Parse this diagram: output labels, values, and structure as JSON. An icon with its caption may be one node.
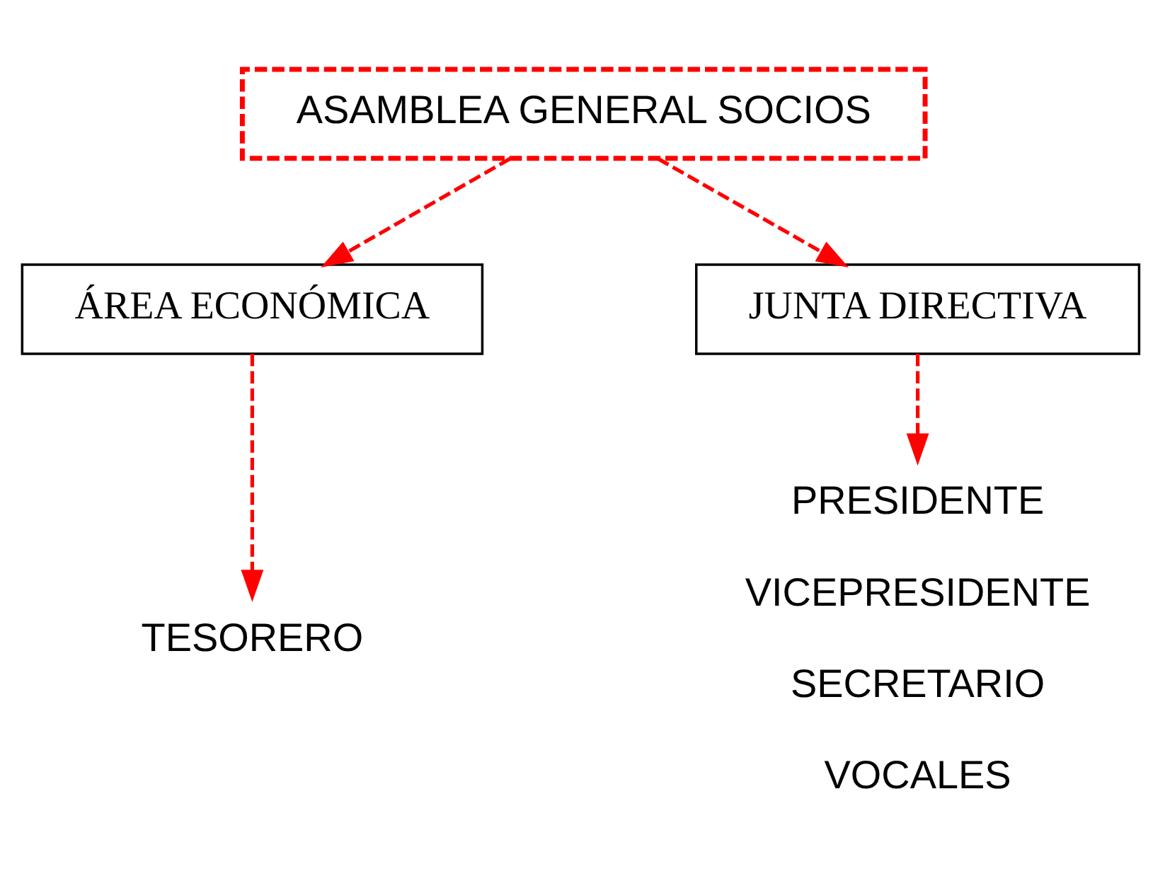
{
  "diagram": {
    "nodes": [
      {
        "text": [
          "ASAMBLEA GENERAL SOCIOS"
        ]
      },
      {
        "text": [
          "ÁREA ECONÓMICA"
        ]
      },
      {
        "text": [
          "JUNTA DIRECTIVA"
        ]
      },
      {
        "text": [
          "TESORERO"
        ]
      },
      {
        "text": [
          "PRESIDENTE",
          "VICEPRESIDENTE",
          "SECRETARIO",
          "VOCALES"
        ]
      }
    ],
    "edges": [
      {
        "from": 0,
        "to": 1,
        "arrow": "to",
        "style": "dashed",
        "color": "#ff0000"
      },
      {
        "from": 0,
        "to": 2,
        "arrow": "to",
        "style": "dashed",
        "color": "#ff0000"
      },
      {
        "from": 1,
        "to": 3,
        "arrow": "to",
        "style": "dashed",
        "color": "#ff0000"
      },
      {
        "from": 2,
        "to": 4,
        "arrow": "to",
        "style": "dashed",
        "color": "#ff0000"
      }
    ]
  }
}
